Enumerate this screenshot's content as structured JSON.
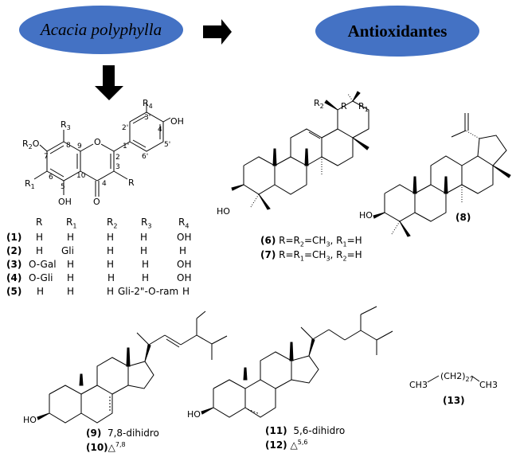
{
  "flow": {
    "source": "Acacia polyphylla",
    "target": "Antioxidantes",
    "colors": {
      "ellipse_fill": "#4472c4",
      "arrow": "#000000"
    }
  },
  "flavonoid": {
    "atoms": {
      "R": "R",
      "R1": "R",
      "R2": "R",
      "R3": "R",
      "R4": "R",
      "O": "O",
      "OH": "OH",
      "HO": "HO"
    },
    "locants": [
      "2",
      "3",
      "4",
      "5",
      "6",
      "7",
      "8",
      "9",
      "10",
      "1'",
      "2'",
      "3'",
      "4'",
      "5'",
      "6'"
    ],
    "table": {
      "headers": [
        "R",
        "R1",
        "R2",
        "R3",
        "R4"
      ],
      "rows": [
        {
          "id": "(1)",
          "R": "H",
          "R1": "H",
          "R2": "H",
          "R3": "H",
          "R4": "OH"
        },
        {
          "id": "(2)",
          "R": "H",
          "R1": "Gli",
          "R2": "H",
          "R3": "H",
          "R4": "H"
        },
        {
          "id": "(3)",
          "R": "O-Gal",
          "R1": "H",
          "R2": "H",
          "R3": "H",
          "R4": "OH"
        },
        {
          "id": "(4)",
          "R": "O-Gli",
          "R1": "H",
          "R2": "H",
          "R3": "H",
          "R4": "OH"
        },
        {
          "id": "(5)",
          "R": "H",
          "R1": "H",
          "R2": "H",
          "R3": "Gli-2\"-O-ram",
          "R4": "H"
        }
      ]
    }
  },
  "triterpenes": {
    "c6": {
      "id": "(6)",
      "text": "R=R2=CH3, R1=H"
    },
    "c7": {
      "id": "(7)",
      "text": "R=R1=CH3, R2=H"
    },
    "c8": {
      "id": "(8)"
    }
  },
  "sterols": {
    "c9": {
      "id": "(9)",
      "text": "7,8-dihidro"
    },
    "c10": {
      "id": "(10)",
      "text": "7,8"
    },
    "c11": {
      "id": "(11)",
      "text": "5,6-dihidro"
    },
    "c12": {
      "id": "(12)",
      "text": "5,6"
    }
  },
  "alkane": {
    "id": "(13)",
    "left": "CH3",
    "middle": "(CH2)",
    "subscript": "27",
    "right": "CH3"
  }
}
